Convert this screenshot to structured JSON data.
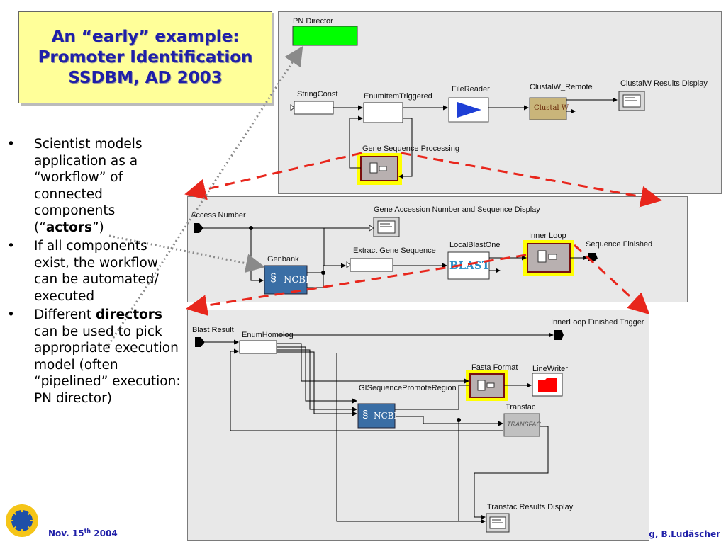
{
  "title": {
    "line1": "An “early” example:",
    "line2": "Promoter Identification",
    "line3": "SSDBM, AD 2003"
  },
  "bullets": {
    "item1": {
      "before": "Scientist models application as a “workflow” of connected components (“",
      "bold": "actors",
      "after": "”)"
    },
    "item2": {
      "text": "If all components exist, the workflow can be automated/ executed"
    },
    "item3": {
      "before": "Different ",
      "bold": "directors",
      "after": " can be used to pick appropriate execution model (often “pipelined” execution: PN director)"
    }
  },
  "workflow_top": {
    "director": "PN Director",
    "string_const": "StringConst",
    "enum_item_triggered": "EnumItemTriggered",
    "file_reader": "FileReader",
    "clustalw_remote": "ClustalW_Remote",
    "clustalw_logo": "Clustal W",
    "clustalw_results": "ClustalW Results Display",
    "gene_sequence_processing": "Gene Sequence Processing"
  },
  "workflow_mid": {
    "access_number": "Access Number",
    "gene_accession_display": "Gene Accession Number and Sequence Display",
    "genbank": "Genbank",
    "ncbi": "NCBI",
    "extract_gene_sequence": "Extract Gene Sequence",
    "local_blast_one": "LocalBlastOne",
    "blast": "BLAST",
    "inner_loop": "Inner Loop",
    "sequence_finished": "Sequence Finished"
  },
  "workflow_bottom": {
    "blast_result": "Blast Result",
    "enum_homolog": "EnumHomolog",
    "innerloop_finished_trigger": "InnerLoop Finished Trigger",
    "fasta_format": "Fasta Format",
    "line_writer": "LineWriter",
    "gi_sequence_promote_region": "GISequencePromoteRegion",
    "ncbi": "NCBI",
    "transfac": "Transfac",
    "transfac_logo": "TRANSFAC",
    "transfac_results_display": "Transfac Results Display"
  },
  "footer": {
    "date_prefix": "Nov. 15",
    "date_sup": "th",
    "date_suffix": " 2004",
    "author": "g, B.Ludäscher"
  },
  "colors": {
    "title_text": "#1f1fa8",
    "title_bg": "#ffff99",
    "director_green": "#00ff00",
    "dashed_red": "#e8261c",
    "composite_highlight": "#ffff00",
    "ncbi_blue": "#3a6ea5"
  }
}
